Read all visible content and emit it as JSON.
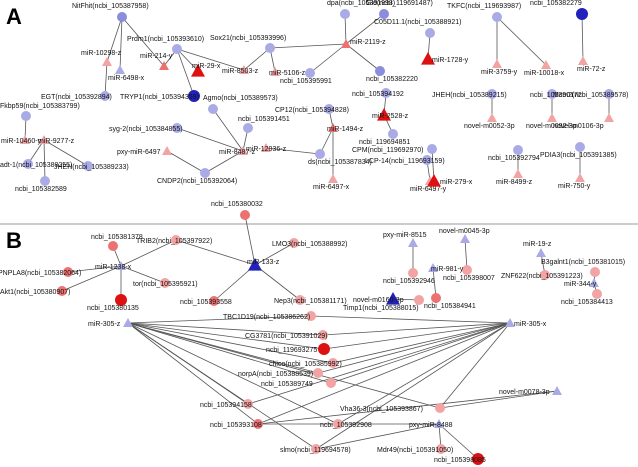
{
  "panels": [
    {
      "key": "A",
      "label": "A"
    },
    {
      "key": "B",
      "label": "B"
    }
  ],
  "colors": {
    "blue_light": "#a9aae6",
    "blue_mid": "#8a8cdc",
    "blue_dark": "#2222bb",
    "red_light": "#f2a3a3",
    "red_mid": "#ec7272",
    "red_dark": "#dd1111",
    "edge": "#555555",
    "divider": "#999999"
  },
  "nodes": [
    {
      "id": "nitf",
      "label": "NitFhit(ncbi_105387958)",
      "shape": "circle",
      "color": "#8a8cdc",
      "lx": 0.0,
      "ly": 0.0
    },
    {
      "id": "mir10298",
      "label": "miR-10298-z",
      "shape": "triangle",
      "color": "#f2a3a3"
    },
    {
      "id": "mir6498",
      "label": "miR-6498-x",
      "shape": "triangle",
      "color": "#a9aae6"
    },
    {
      "id": "egt",
      "label": "EGT(ncbi_105392894)",
      "shape": "circle",
      "color": "#a9aae6"
    },
    {
      "id": "prdm1",
      "label": "Prdm1(ncbi_105393610)",
      "shape": "circle",
      "color": "#a9aae6"
    },
    {
      "id": "mir214",
      "label": "miR-214-y",
      "shape": "triangle",
      "color": "#ec7272"
    },
    {
      "id": "mir29",
      "label": "miR-29-x",
      "shape": "triangle",
      "color": "#dd1111"
    },
    {
      "id": "mir8503",
      "label": "miR-8503-z",
      "shape": "triangle",
      "color": "#f2a3a3"
    },
    {
      "id": "tryp1",
      "label": "TRYP1(ncbi_105394359)",
      "shape": "circle",
      "color": "#2222bb"
    },
    {
      "id": "sox21",
      "label": "Sox21(ncbi_105393996)",
      "shape": "circle",
      "color": "#a9aae6"
    },
    {
      "id": "mir5106",
      "label": "miR-5106-z",
      "shape": "triangle",
      "color": "#f2a3a3"
    },
    {
      "id": "dpa",
      "label": "dpa(ncbi_105391993)",
      "shape": "circle",
      "color": "#a9aae6"
    },
    {
      "id": "gld",
      "label": "Gld(ncbi_119691487)",
      "shape": "circle",
      "color": "#8a8cdc"
    },
    {
      "id": "mir2119",
      "label": "miR-2119-z",
      "shape": "triangle",
      "color": "#ec7272"
    },
    {
      "id": "n991",
      "label": "ncbi_105395991",
      "shape": "circle",
      "color": "#a9aae6"
    },
    {
      "id": "n220",
      "label": "ncbi_105382220",
      "shape": "circle",
      "color": "#8a8cdc"
    },
    {
      "id": "c05",
      "label": "C05D11.1(ncbi_105388921)",
      "shape": "circle",
      "color": "#a9aae6"
    },
    {
      "id": "mir1728",
      "label": "miR-1728-y",
      "shape": "triangle",
      "color": "#dd1111"
    },
    {
      "id": "tkfc",
      "label": "TKFC(ncbi_119693987)",
      "shape": "circle",
      "color": "#a9aae6"
    },
    {
      "id": "mir3759",
      "label": "miR-3759-y",
      "shape": "triangle",
      "color": "#f2a3a3"
    },
    {
      "id": "mir10018",
      "label": "miR-10018-x",
      "shape": "triangle",
      "color": "#f2a3a3"
    },
    {
      "id": "n279",
      "label": "ncbi_105382279",
      "shape": "circle",
      "color": "#2222bb"
    },
    {
      "id": "mir72",
      "label": "miR-72-z",
      "shape": "triangle",
      "color": "#f2a3a3"
    },
    {
      "id": "fkbp59",
      "label": "Fkbp59(ncbi_105383799)",
      "shape": "circle",
      "color": "#a9aae6"
    },
    {
      "id": "mir10460",
      "label": "miR-10460-y",
      "shape": "triangle",
      "color": "#f2a3a3"
    },
    {
      "id": "mir9277",
      "label": "miR-9277-z",
      "shape": "triangle",
      "color": "#f2a3a3"
    },
    {
      "id": "adt1",
      "label": "adt-1(ncbi_105380255)",
      "shape": "circle",
      "color": "#a9aae6"
    },
    {
      "id": "jhehA",
      "label": "JHEH(ncbi_105389233)",
      "shape": "circle",
      "color": "#a9aae6"
    },
    {
      "id": "n589",
      "label": "ncbi_105382589",
      "shape": "circle",
      "color": "#a9aae6"
    },
    {
      "id": "agmo",
      "label": "Agmo(ncbi_105389573)",
      "shape": "circle",
      "color": "#a9aae6"
    },
    {
      "id": "syg2",
      "label": "syg-2(ncbi_105384855)",
      "shape": "circle",
      "color": "#a9aae6"
    },
    {
      "id": "n451",
      "label": "ncbi_105391451",
      "shape": "circle",
      "color": "#a9aae6"
    },
    {
      "id": "pxy6497",
      "label": "pxy-miR-6497",
      "shape": "triangle",
      "color": "#f2a3a3"
    },
    {
      "id": "mir8487",
      "label": "miR-8487-z",
      "shape": "triangle",
      "color": "#f2a3a3"
    },
    {
      "id": "cndp2",
      "label": "CNDP2(ncbi_105392064)",
      "shape": "circle",
      "color": "#a9aae6"
    },
    {
      "id": "cp12",
      "label": "CP12(ncbi_105394828)",
      "shape": "circle",
      "color": "#a9aae6"
    },
    {
      "id": "mir1494",
      "label": "miR-1494-z",
      "shape": "triangle",
      "color": "#ec7272"
    },
    {
      "id": "mir12036",
      "label": "miR-12036-z",
      "shape": "triangle",
      "color": "#f2a3a3"
    },
    {
      "id": "ds",
      "label": "ds(ncbi_105387834)",
      "shape": "circle",
      "color": "#a9aae6"
    },
    {
      "id": "mir6497x",
      "label": "miR-6497-x",
      "shape": "triangle",
      "color": "#f2a3a3"
    },
    {
      "id": "n192",
      "label": "ncbi_105394192",
      "shape": "circle",
      "color": "#a9aae6"
    },
    {
      "id": "mir2528",
      "label": "miR-2528-z",
      "shape": "triangle",
      "color": "#dd1111"
    },
    {
      "id": "n851",
      "label": "ncbi_119694851",
      "shape": "circle",
      "color": "#a9aae6"
    },
    {
      "id": "jhehB",
      "label": "JHEH(ncbi_105389215)",
      "shape": "circle",
      "color": "#a9aae6"
    },
    {
      "id": "nov0052",
      "label": "novel-m0052-3p",
      "shape": "triangle",
      "color": "#f2a3a3"
    },
    {
      "id": "n172",
      "label": "ncbi_105390172",
      "shape": "circle",
      "color": "#a9aae6"
    },
    {
      "id": "nov0092",
      "label": "novel-m0092-3p",
      "shape": "triangle",
      "color": "#f2a3a3"
    },
    {
      "id": "mcm2",
      "label": "Mcm2(ncbi_105389578)",
      "shape": "circle",
      "color": "#a9aae6"
    },
    {
      "id": "nov0106",
      "label": "novel-m0106-3p",
      "shape": "triangle",
      "color": "#f2a3a3"
    },
    {
      "id": "lcp14",
      "label": "LCP-14(ncbi_119693159)",
      "shape": "circle",
      "color": "#a9aae6"
    },
    {
      "id": "mir6497y",
      "label": "miR-6497-y",
      "shape": "triangle",
      "color": "#f2a3a3"
    },
    {
      "id": "cpm",
      "label": "CPM(ncbi_119692970)",
      "shape": "circle",
      "color": "#a9aae6"
    },
    {
      "id": "mir279",
      "label": "miR-279-x",
      "shape": "triangle",
      "color": "#dd1111"
    },
    {
      "id": "n794",
      "label": "ncbi_105392794",
      "shape": "circle",
      "color": "#a9aae6"
    },
    {
      "id": "mir8499",
      "label": "miR-8499-z",
      "shape": "triangle",
      "color": "#f2a3a3"
    },
    {
      "id": "pdia3",
      "label": "PDIA3(ncbi_105391385)",
      "shape": "circle",
      "color": "#a9aae6"
    },
    {
      "id": "mir750",
      "label": "miR-750-y",
      "shape": "triangle",
      "color": "#f2a3a3"
    },
    {
      "id": "n378",
      "label": "ncbi_105381378",
      "shape": "circle",
      "color": "#ec7272"
    },
    {
      "id": "pnpla8",
      "label": "PNPLA8(ncbi_105382064)",
      "shape": "circle",
      "color": "#ec7272"
    },
    {
      "id": "mir1238",
      "label": "miR-1238-x",
      "shape": "triangle",
      "color": "#a9aae6"
    },
    {
      "id": "trib2",
      "label": "TRIB2(ncbi_105397922)",
      "shape": "circle",
      "color": "#f2a3a3"
    },
    {
      "id": "akt1",
      "label": "Akt1(ncbi_105380907)",
      "shape": "circle",
      "color": "#ec7272"
    },
    {
      "id": "tor",
      "label": "tor(ncbi_105395921)",
      "shape": "circle",
      "color": "#f2a3a3"
    },
    {
      "id": "n135",
      "label": "ncbi_105380135",
      "shape": "circle",
      "color": "#dd1111"
    },
    {
      "id": "n032",
      "label": "ncbi_105380032",
      "shape": "circle",
      "color": "#ec7272"
    },
    {
      "id": "lmo3",
      "label": "LMO3(ncbi_105388992)",
      "shape": "circle",
      "color": "#f2a3a3"
    },
    {
      "id": "mir133",
      "label": "miR-133-z",
      "shape": "triangle",
      "color": "#2222bb"
    },
    {
      "id": "n558",
      "label": "ncbi_105393558",
      "shape": "circle",
      "color": "#ec7272"
    },
    {
      "id": "nep3",
      "label": "Nep3(ncbi_105381171)",
      "shape": "circle",
      "color": "#f2a3a3"
    },
    {
      "id": "pxy8515",
      "label": "pxy-miR-8515",
      "shape": "triangle",
      "color": "#a9aae6"
    },
    {
      "id": "n946",
      "label": "ncbi_105392946",
      "shape": "circle",
      "color": "#f2a3a3"
    },
    {
      "id": "nov0045",
      "label": "novel-m0045-3p",
      "shape": "triangle",
      "color": "#a9aae6"
    },
    {
      "id": "n007",
      "label": "ncbi_105398007",
      "shape": "circle",
      "color": "#f2a3a3"
    },
    {
      "id": "mir19",
      "label": "miR-19-z",
      "shape": "triangle",
      "color": "#a9aae6"
    },
    {
      "id": "znf622",
      "label": "ZNF622(ncbi_105391223)",
      "shape": "circle",
      "color": "#f2a3a3"
    },
    {
      "id": "nov0160",
      "label": "novel-m0160-3p",
      "shape": "triangle",
      "color": "#2222bb"
    },
    {
      "id": "mir981",
      "label": "miR-981-y",
      "shape": "triangle",
      "color": "#a9aae6"
    },
    {
      "id": "timp1",
      "label": "Timp1(ncbi_105388015)",
      "shape": "circle",
      "color": "#f2a3a3"
    },
    {
      "id": "n941",
      "label": "ncbi_105384941",
      "shape": "circle",
      "color": "#ec7272"
    },
    {
      "id": "b3galnt1",
      "label": "B3galnt1(ncbi_105381015)",
      "shape": "circle",
      "color": "#f2a3a3"
    },
    {
      "id": "mir344",
      "label": "miR-344-y",
      "shape": "triangle",
      "color": "#a9aae6"
    },
    {
      "id": "n413",
      "label": "ncbi_105384413",
      "shape": "circle",
      "color": "#f2a3a3"
    },
    {
      "id": "mir305z",
      "label": "miR-305-z",
      "shape": "triangle",
      "color": "#a9aae6"
    },
    {
      "id": "mir305x",
      "label": "miR-305-x",
      "shape": "triangle",
      "color": "#a9aae6"
    },
    {
      "id": "tbc1d19",
      "label": "TBC1D19(ncbi_105386262)",
      "shape": "circle",
      "color": "#f2a3a3"
    },
    {
      "id": "cg3781",
      "label": "CG3781(ncbi_105391029)",
      "shape": "circle",
      "color": "#f2a3a3"
    },
    {
      "id": "n275",
      "label": "ncbi_119693275",
      "shape": "circle",
      "color": "#dd1111"
    },
    {
      "id": "chico",
      "label": "chico(ncbi_105385992)",
      "shape": "circle",
      "color": "#f2a3a3"
    },
    {
      "id": "norpa",
      "label": "norpA(ncbi_105388539)",
      "shape": "circle",
      "color": "#f2a3a3"
    },
    {
      "id": "n749",
      "label": "ncbi_105389749",
      "shape": "circle",
      "color": "#f2a3a3"
    },
    {
      "id": "n158",
      "label": "ncbi_105394158",
      "shape": "circle",
      "color": "#f2a3a3"
    },
    {
      "id": "nov0078",
      "label": "novel-m0078-3p",
      "shape": "triangle",
      "color": "#a9aae6"
    },
    {
      "id": "vha36",
      "label": "Vha36-3(ncbi_105393867)",
      "shape": "circle",
      "color": "#f2a3a3"
    },
    {
      "id": "n108",
      "label": "ncbi_105393108",
      "shape": "circle",
      "color": "#ec7272"
    },
    {
      "id": "n908",
      "label": "ncbi_105392908",
      "shape": "circle",
      "color": "#f2a3a3"
    },
    {
      "id": "pxy8488",
      "label": "pxy-miR-8488",
      "shape": "triangle",
      "color": "#a9aae6"
    },
    {
      "id": "slmo",
      "label": "slmo(ncbi_119694578)",
      "shape": "circle",
      "color": "#f2a3a3"
    },
    {
      "id": "mdr49",
      "label": "Mdr49(ncbi_105391050)",
      "shape": "circle",
      "color": "#f2a3a3"
    },
    {
      "id": "n085",
      "label": "ncbi_105398085",
      "shape": "circle",
      "color": "#dd1111"
    }
  ],
  "edges": [
    [
      "nitf",
      "mir10298"
    ],
    [
      "nitf",
      "mir6498"
    ],
    [
      "nitf",
      "mir214"
    ],
    [
      "mir10298",
      "egt"
    ],
    [
      "prdm1",
      "mir214"
    ],
    [
      "prdm1",
      "mir29"
    ],
    [
      "prdm1",
      "mir8503"
    ],
    [
      "prdm1",
      "tryp1"
    ],
    [
      "sox21",
      "mir8503"
    ],
    [
      "sox21",
      "mir5106"
    ],
    [
      "sox21",
      "mir2119"
    ],
    [
      "dpa",
      "mir2119"
    ],
    [
      "gld",
      "mir2119"
    ],
    [
      "mir2119",
      "n991"
    ],
    [
      "mir2119",
      "n220"
    ],
    [
      "c05",
      "mir1728"
    ],
    [
      "tkfc",
      "mir3759"
    ],
    [
      "tkfc",
      "mir10018"
    ],
    [
      "n279",
      "mir72"
    ],
    [
      "fkbp59",
      "mir10460"
    ],
    [
      "mir9277",
      "adt1"
    ],
    [
      "mir9277",
      "jhehA"
    ],
    [
      "mir9277",
      "n589"
    ],
    [
      "agmo",
      "mir8487"
    ],
    [
      "syg2",
      "mir8487"
    ],
    [
      "n451",
      "mir8487"
    ],
    [
      "pxy6497",
      "cndp2"
    ],
    [
      "mir8487",
      "cndp2"
    ],
    [
      "cp12",
      "mir1494"
    ],
    [
      "mir1494",
      "ds"
    ],
    [
      "mir1494",
      "mir6497x"
    ],
    [
      "mir12036",
      "ds"
    ],
    [
      "n192",
      "mir2528"
    ],
    [
      "mir2528",
      "n851"
    ],
    [
      "jhehB",
      "nov0052"
    ],
    [
      "n172",
      "nov0092"
    ],
    [
      "mcm2",
      "nov0106"
    ],
    [
      "lcp14",
      "mir6497y"
    ],
    [
      "cpm",
      "mir279"
    ],
    [
      "n794",
      "mir8499"
    ],
    [
      "pdia3",
      "mir750"
    ],
    [
      "n378",
      "mir1238"
    ],
    [
      "pnpla8",
      "mir1238"
    ],
    [
      "trib2",
      "mir1238"
    ],
    [
      "akt1",
      "mir1238"
    ],
    [
      "tor",
      "mir1238"
    ],
    [
      "n135",
      "mir1238"
    ],
    [
      "trib2",
      "mir133"
    ],
    [
      "n032",
      "mir133"
    ],
    [
      "lmo3",
      "mir133"
    ],
    [
      "n558",
      "mir133"
    ],
    [
      "nep3",
      "mir133"
    ],
    [
      "pxy8515",
      "n946"
    ],
    [
      "nov0045",
      "n007"
    ],
    [
      "mir19",
      "znf622"
    ],
    [
      "nov0160",
      "timp1"
    ],
    [
      "mir981",
      "n941"
    ],
    [
      "b3galnt1",
      "mir344"
    ],
    [
      "mir344",
      "n413"
    ],
    [
      "mir305z",
      "tbc1d19"
    ],
    [
      "mir305z",
      "cg3781"
    ],
    [
      "mir305z",
      "n275"
    ],
    [
      "mir305z",
      "chico"
    ],
    [
      "mir305z",
      "norpa"
    ],
    [
      "mir305z",
      "n749"
    ],
    [
      "mir305z",
      "n158"
    ],
    [
      "mir305z",
      "vha36"
    ],
    [
      "mir305z",
      "n108"
    ],
    [
      "mir305z",
      "n908"
    ],
    [
      "mir305z",
      "slmo"
    ],
    [
      "mir305x",
      "tbc1d19"
    ],
    [
      "mir305x",
      "cg3781"
    ],
    [
      "mir305x",
      "n275"
    ],
    [
      "mir305x",
      "chico"
    ],
    [
      "mir305x",
      "norpa"
    ],
    [
      "mir305x",
      "n749"
    ],
    [
      "mir305x",
      "n158"
    ],
    [
      "mir305x",
      "vha36"
    ],
    [
      "mir305x",
      "n108"
    ],
    [
      "mir305x",
      "n908"
    ],
    [
      "mir305x",
      "slmo"
    ],
    [
      "nov0078",
      "vha36"
    ],
    [
      "nov0078",
      "n108"
    ],
    [
      "pxy8488",
      "n108"
    ],
    [
      "pxy8488",
      "slmo"
    ],
    [
      "pxy8488",
      "mdr49"
    ],
    [
      "pxy8488",
      "n085"
    ]
  ]
}
